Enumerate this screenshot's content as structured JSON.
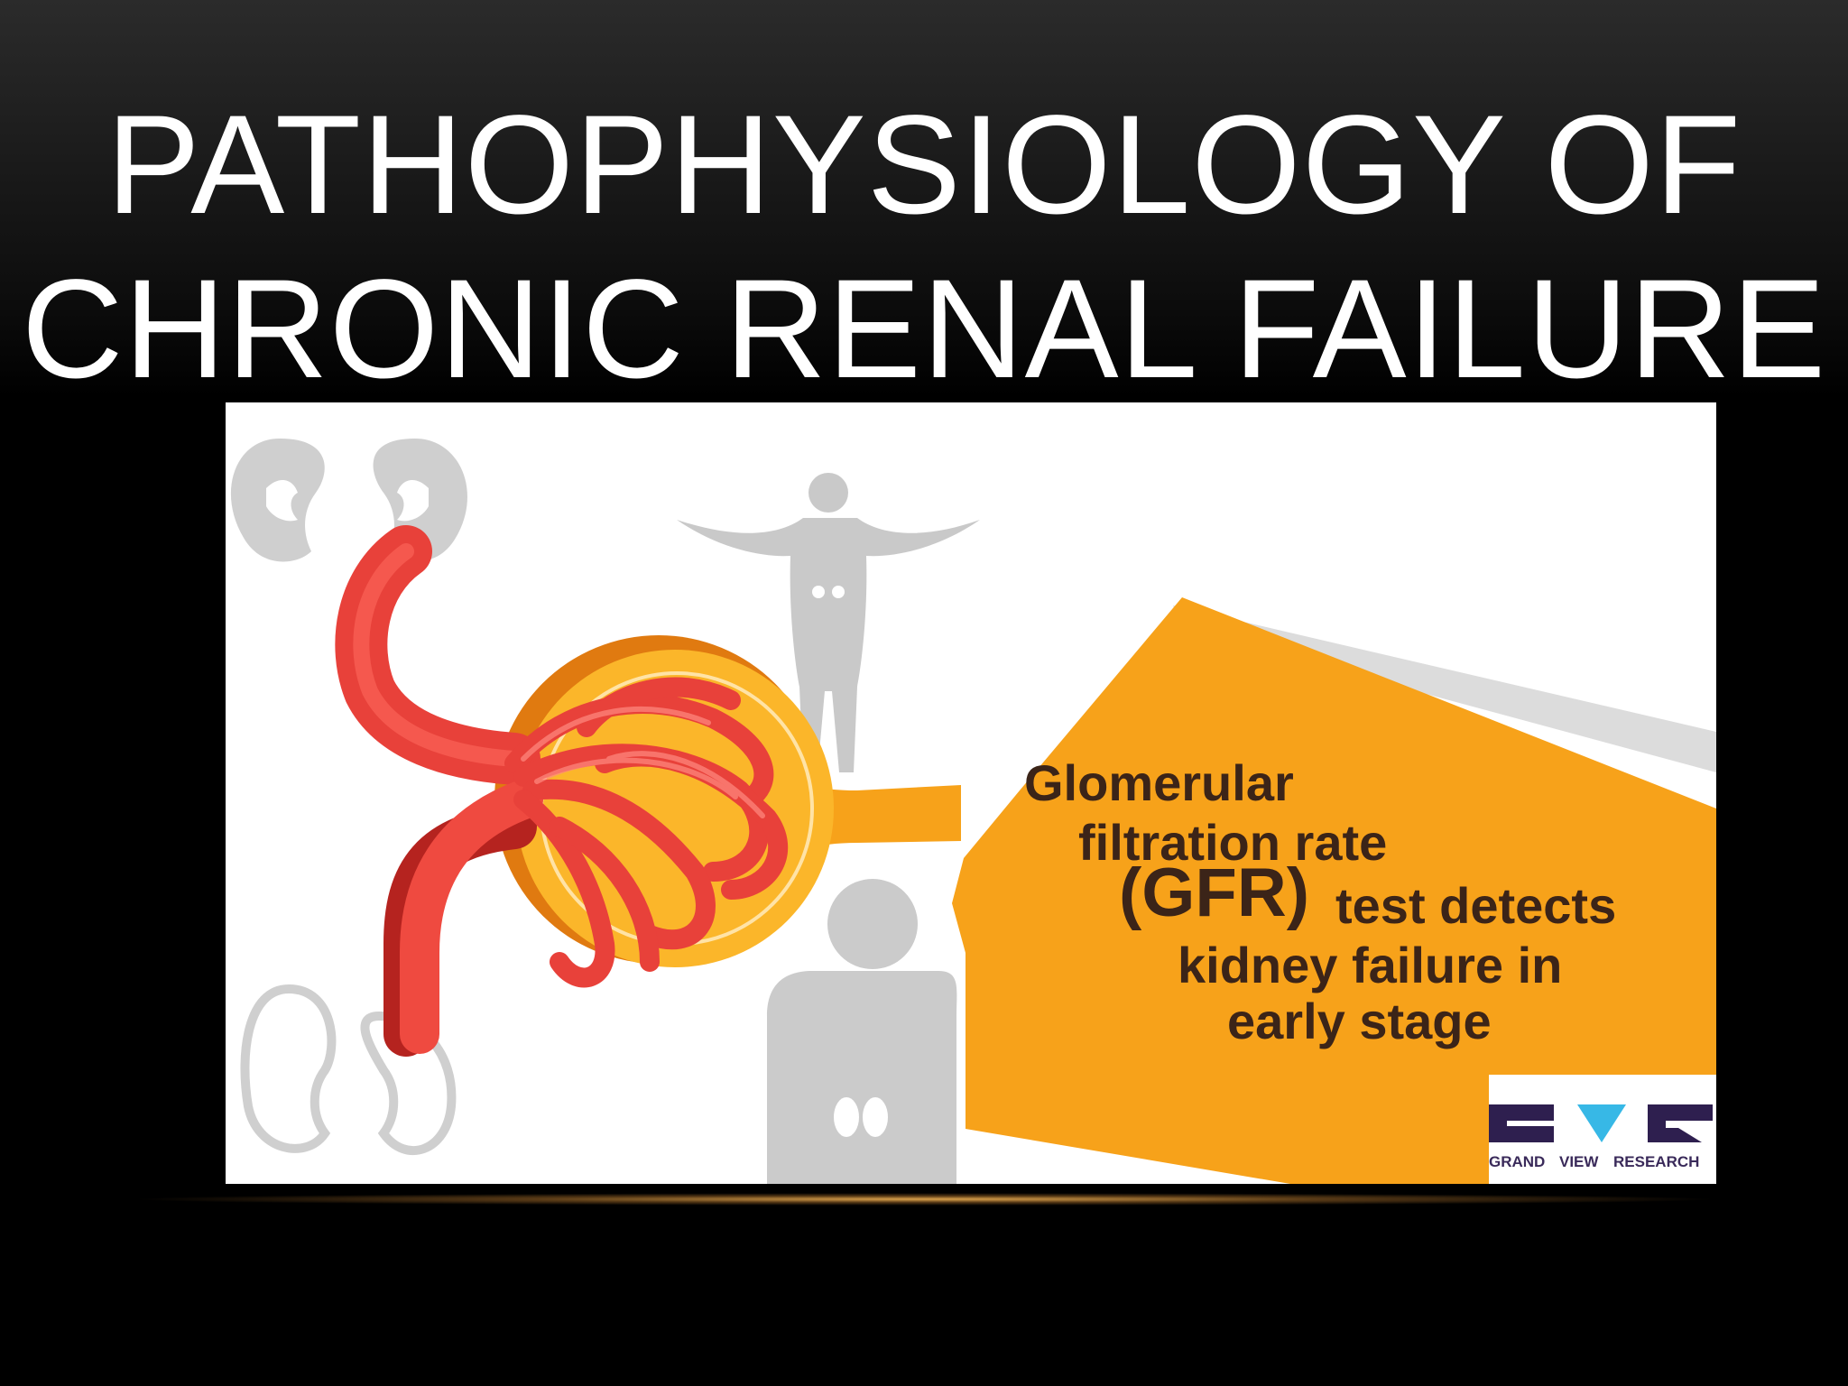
{
  "slide": {
    "title_lines": [
      "PATHOPHYSIOLOGY OF",
      "CHRONIC RENAL FAILURE"
    ]
  },
  "figure": {
    "caption_lines": [
      "Glomerular",
      "filtration rate",
      "(GFR)",
      "test detects",
      "kidney failure in",
      "early stage"
    ],
    "logo": {
      "words": [
        "GRAND",
        "VIEW",
        "RESEARCH"
      ],
      "colors": {
        "purple": "#2e1f4f",
        "cyan": "#37b8e6"
      }
    },
    "colors": {
      "orange": "#f7a21a",
      "red": "#f0443e",
      "gray": "#c9c9c9",
      "text": "#3b2418"
    },
    "icons": [
      "kidney-pair-icon",
      "human-figure-icon",
      "torso-kidney-icon",
      "kidney-outline-icon",
      "glomerulus-icon"
    ]
  }
}
